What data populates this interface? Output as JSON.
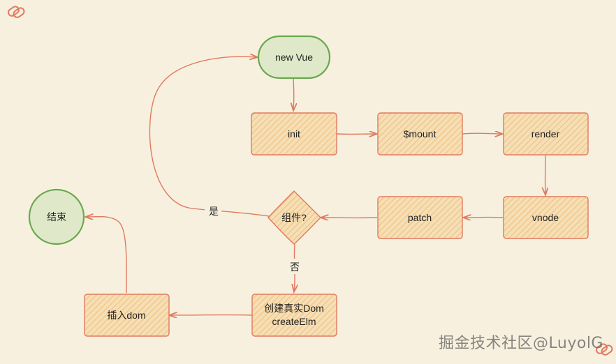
{
  "colors": {
    "background": "#f7f0df",
    "box_fill": "#f5d8a4",
    "box_stroke": "#e07a5f",
    "terminal_fill": "#dfe9c9",
    "terminal_stroke": "#6aa84f",
    "arrow": "#e07a5f",
    "text": "#222222"
  },
  "nodes": {
    "new_vue": "new Vue",
    "init": "init",
    "mount": "$mount",
    "render": "render",
    "vnode": "vnode",
    "patch": "patch",
    "component_check": "组件?",
    "end": "结束",
    "create_dom_line1": "创建真实Dom",
    "create_dom_line2": "createElm",
    "insert_dom": "插入dom"
  },
  "edges": {
    "yes_label": "是",
    "no_label": "否"
  },
  "watermark": "掘金技术社区@LuyolG"
}
